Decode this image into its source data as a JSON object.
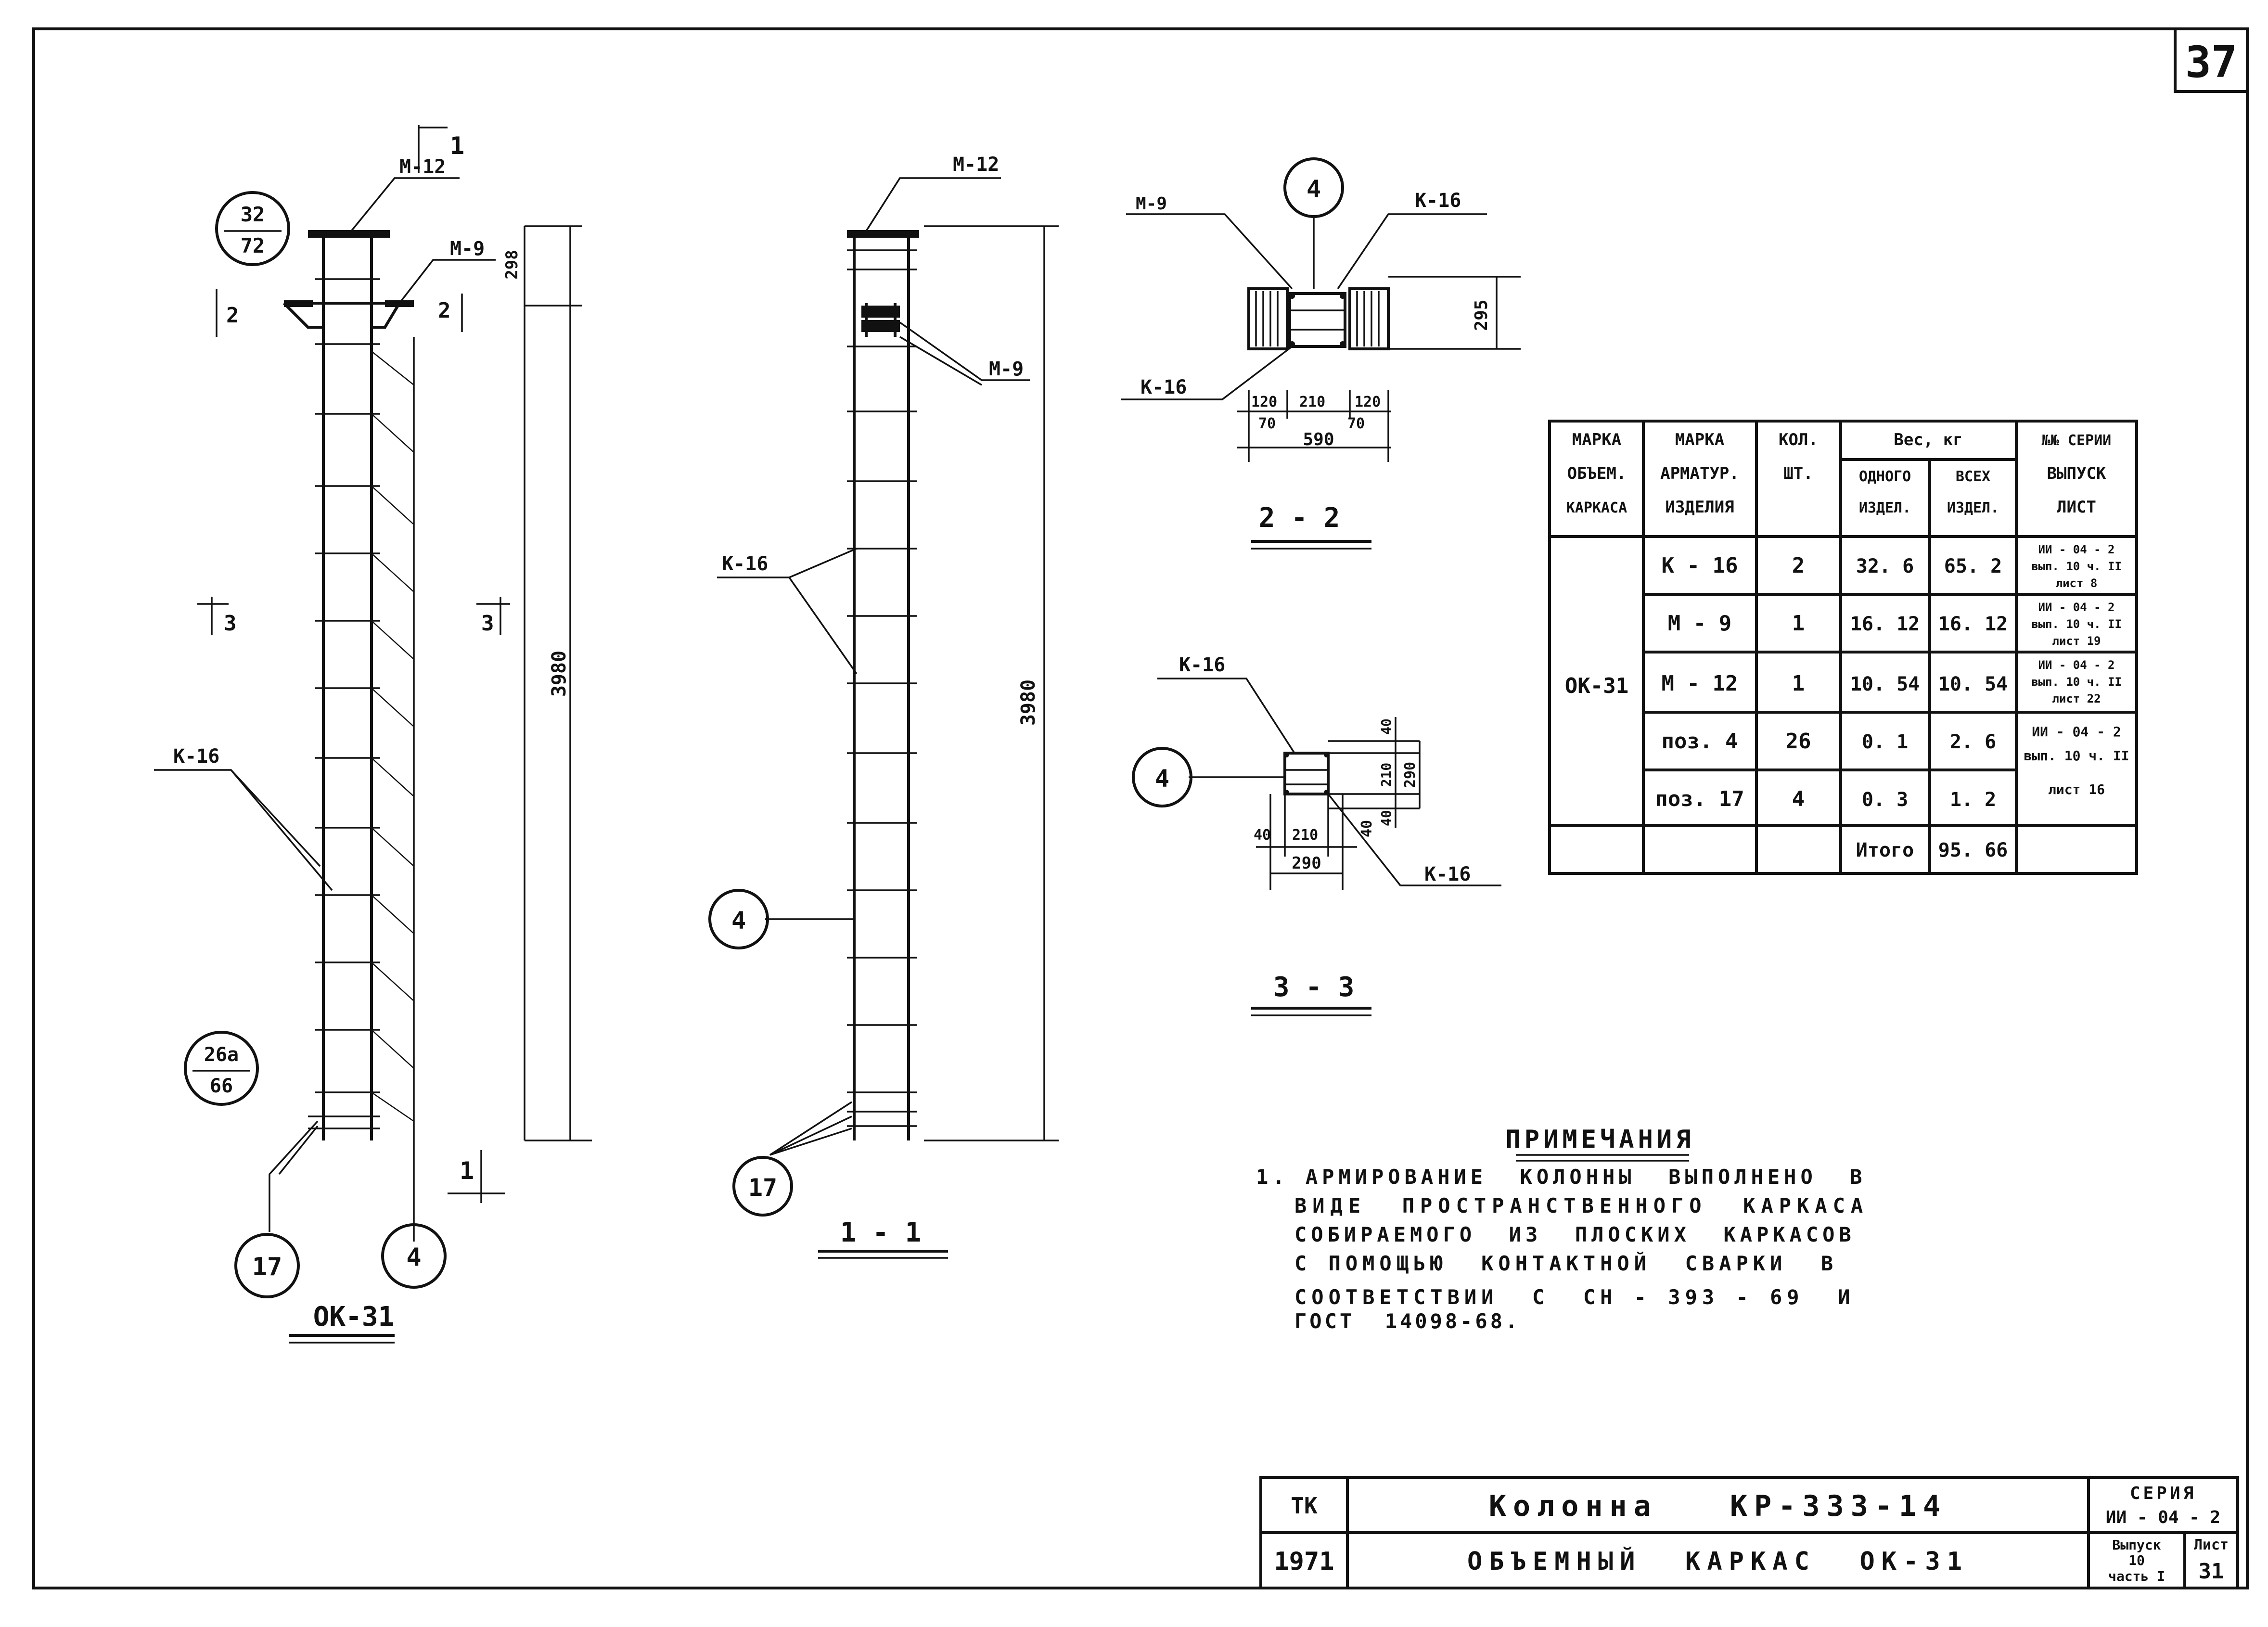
{
  "sheet_number": "37",
  "elevation_main": {
    "title": "ОК-31",
    "labels": {
      "m12": "М-12",
      "m9": "М-9",
      "k16": "К-16",
      "dim_top": "298",
      "dim_height": "3980",
      "cut1_top": "1",
      "cut1_bottom": "1",
      "cut2_left": "2",
      "cut2_right": "2",
      "cut3_left": "3",
      "cut3_right": "3"
    },
    "callouts": {
      "top_num": "32",
      "top_den": "72",
      "bottom_num": "26а",
      "bottom_den": "66",
      "pos17": "17",
      "pos4": "4"
    }
  },
  "section_1_1": {
    "title": "1 - 1",
    "labels": {
      "m12": "М-12",
      "m9": "М-9",
      "k16": "К-16",
      "dim_height": "3980"
    },
    "callouts": {
      "pos4": "4",
      "pos17": "17"
    }
  },
  "section_2_2": {
    "title": "2 - 2",
    "labels": {
      "m9": "М-9",
      "k16_top": "К-16",
      "k16_bottom": "К-16"
    },
    "callout_pos": "4",
    "dims": {
      "d120a": "120",
      "d210": "210",
      "d120b": "120",
      "d70a": "70",
      "d70b": "70",
      "d590": "590",
      "d295": "295"
    }
  },
  "section_3_3": {
    "title": "3 - 3",
    "labels": {
      "k16_top": "К-16",
      "k16_bottom": "К-16"
    },
    "callout_pos": "4",
    "dims": {
      "d40a": "40",
      "d210a": "210",
      "d40b": "40",
      "d290a": "290",
      "d40c": "40",
      "d210b": "210",
      "d40d": "40",
      "d290b": "290"
    }
  },
  "spec_table": {
    "headers": {
      "h1": [
        "МАРКА",
        "ОБЪЕМ.",
        "КАРКАСА"
      ],
      "h2": [
        "МАРКА",
        "АРМАТУР.",
        "ИЗДЕЛИЯ"
      ],
      "h3": [
        "КОЛ.",
        "ШТ."
      ],
      "h4_group": "Вес, кг",
      "h4a": [
        "ОДНОГО",
        "ИЗДЕЛ."
      ],
      "h4b": [
        "ВСЕХ",
        "ИЗДЕЛ."
      ],
      "h5": [
        "№№ СЕРИИ",
        "ВЫПУСК",
        "ЛИСТ"
      ]
    },
    "frame_mark": "ОК-31",
    "rows": [
      {
        "item": "К - 16",
        "qty": "2",
        "one": "32. 6",
        "all": "65. 2",
        "ref": [
          "ИИ - 04 - 2",
          "вып. 10 ч. II",
          "лист 8"
        ]
      },
      {
        "item": "М - 9",
        "qty": "1",
        "one": "16. 12",
        "all": "16. 12",
        "ref": [
          "ИИ - 04 - 2",
          "вып. 10 ч. II",
          "лист 19"
        ]
      },
      {
        "item": "М - 12",
        "qty": "1",
        "one": "10. 54",
        "all": "10. 54",
        "ref": [
          "ИИ - 04 - 2",
          "вып. 10 ч. II",
          "лист 22"
        ]
      },
      {
        "item": "поз. 4",
        "qty": "26",
        "one": "0. 1",
        "all": "2. 6",
        "ref": [
          "ИИ - 04 - 2",
          "вып. 10 ч. II"
        ]
      },
      {
        "item": "поз. 17",
        "qty": "4",
        "one": "0. 3",
        "all": "1. 2",
        "ref": [
          "лист 16"
        ]
      }
    ],
    "total_label": "Итого",
    "total_value": "95. 66"
  },
  "notes": {
    "title": "ПРИМЕЧАНИЯ",
    "lines": [
      "1. АРМИРОВАНИЕ  КОЛОННЫ  ВЫПОЛНЕНО  В",
      "ВИДЕ  ПРОСТРАНСТВЕННОГО  КАРКАСА",
      "СОБИРАЕМОГО  ИЗ  ПЛОСКИХ  КАРКАСОВ",
      "С ПОМОЩЬЮ  КОНТАКТНОЙ  СВАРКИ  В",
      "СООТВЕТСТВИИ  С  СН - 393 - 69  И",
      "ГОСТ  14098-68."
    ]
  },
  "title_block": {
    "org": "ТК",
    "year": "1971",
    "title_line1": "Колонна   КР-333-14",
    "title_line2": "ОБЪЕМНЫЙ  КАРКАС  ОК-31",
    "series_label": "СЕРИЯ",
    "series_value": "ИИ - 04 - 2",
    "issue_label": "Выпуск",
    "issue_value": "10",
    "part_label": "часть I",
    "sheet_label": "Лист",
    "sheet_value": "31"
  }
}
